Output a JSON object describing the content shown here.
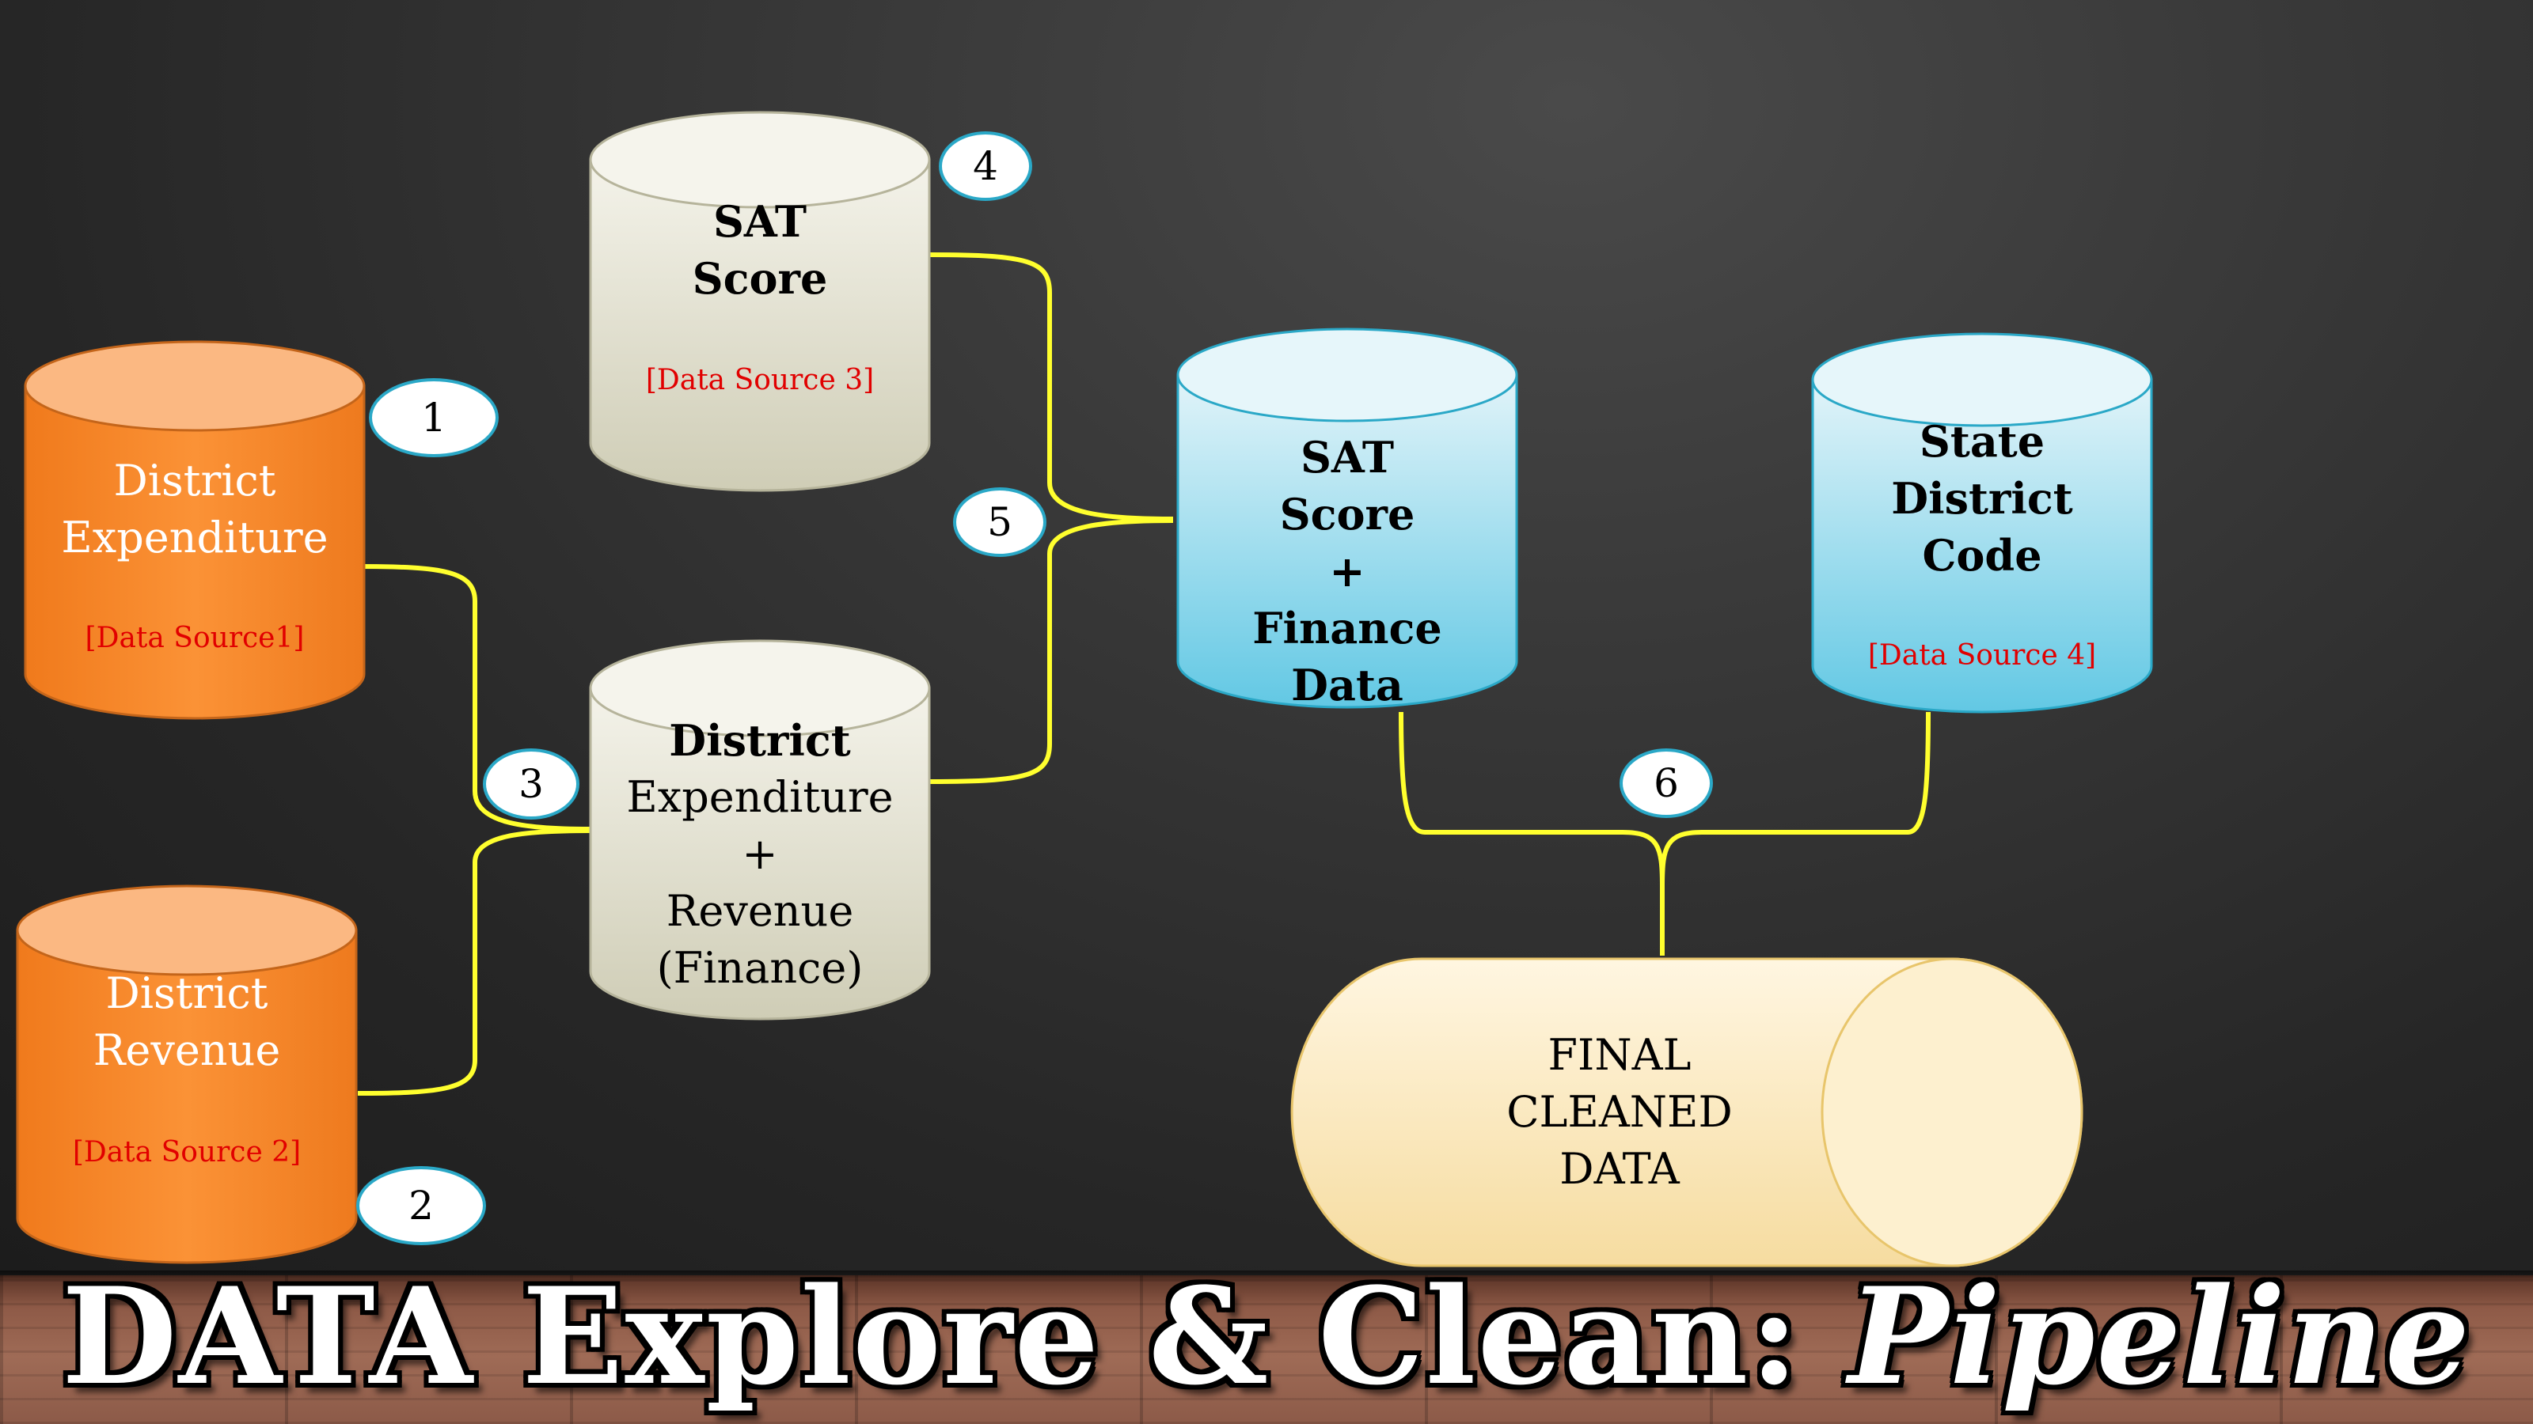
{
  "nodes": {
    "expenditure": {
      "title": "District",
      "title2": "Expenditure",
      "source": "[Data Source1]"
    },
    "revenue": {
      "title": "District",
      "title2": "Revenue",
      "source": "[Data Source 2]"
    },
    "sat": {
      "title": "SAT",
      "title2": "Score",
      "source": "[Data Source 3]"
    },
    "finance": {
      "title": "District",
      "line2": "Expenditure",
      "line3": "+",
      "line4": "Revenue",
      "line5": "(Finance)"
    },
    "sat_finance": {
      "line1": "SAT",
      "line2": "Score",
      "line3": "+",
      "line4": "Finance",
      "line5": "Data"
    },
    "state_code": {
      "line1": "State",
      "line2": "District",
      "line3": "Code",
      "source": "[Data Source 4]"
    },
    "final": {
      "line1": "FINAL",
      "line2": "CLEANED",
      "line3": "DATA"
    }
  },
  "steps": [
    "1",
    "2",
    "3",
    "4",
    "5",
    "6"
  ],
  "title": {
    "main": "DATA Explore & Clean:",
    "emphasis": "Pipeline"
  },
  "colors": {
    "orange": "#f7892a",
    "beige": "#e3e2d3",
    "blue": "#8fd6ea",
    "final": "#fbe7bc",
    "connector": "#ffff00",
    "source_text": "#e10000"
  }
}
